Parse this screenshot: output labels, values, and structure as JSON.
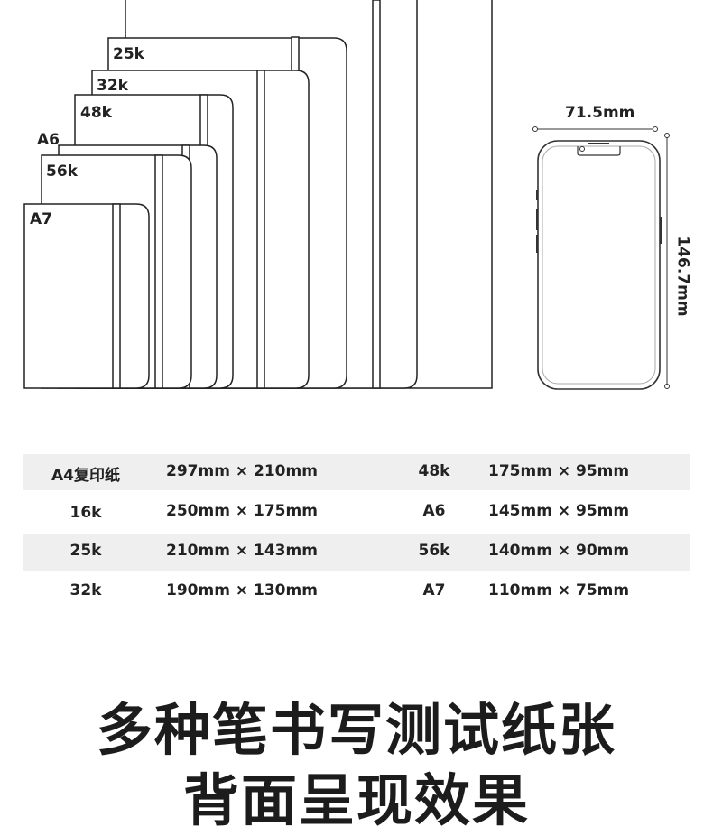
{
  "diagram": {
    "labels": [
      "25k",
      "32k",
      "48k",
      "A6",
      "56k",
      "A7"
    ],
    "phone_width": "71.5mm",
    "phone_height": "146.7mm"
  },
  "table": {
    "rows": [
      {
        "a_name": "A4复印纸",
        "a_size": "297mm × 210mm",
        "b_name": "48k",
        "b_size": "175mm × 95mm"
      },
      {
        "a_name": "16k",
        "a_size": "250mm × 175mm",
        "b_name": "A6",
        "b_size": "145mm × 95mm"
      },
      {
        "a_name": "25k",
        "a_size": "210mm × 143mm",
        "b_name": "56k",
        "b_size": "140mm × 90mm"
      },
      {
        "a_name": "32k",
        "a_size": "190mm × 130mm",
        "b_name": "A7",
        "b_size": "110mm × 75mm"
      }
    ]
  },
  "heading": {
    "line1": "多种笔书写测试纸张",
    "line2": "背面呈现效果"
  }
}
